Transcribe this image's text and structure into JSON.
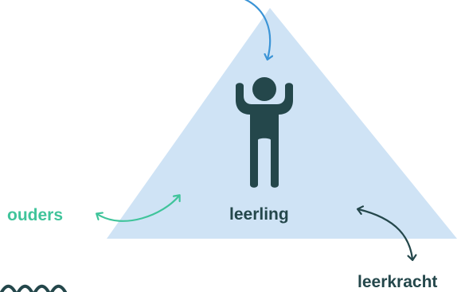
{
  "labels": {
    "center": "leerling",
    "left": "ouders",
    "right": "leerkracht"
  },
  "colors": {
    "triangle": "#cfe3f5",
    "figure": "#24474b",
    "arrow_top": "#3b94d6",
    "arrow_left": "#40c49b",
    "arrow_right": "#24474b",
    "center_text": "#24474b",
    "left_text": "#40c49b",
    "right_text": "#24474b"
  },
  "icons": {
    "figure": "person-arms-raised-icon",
    "corner_mark": "wavy-line-icon"
  }
}
